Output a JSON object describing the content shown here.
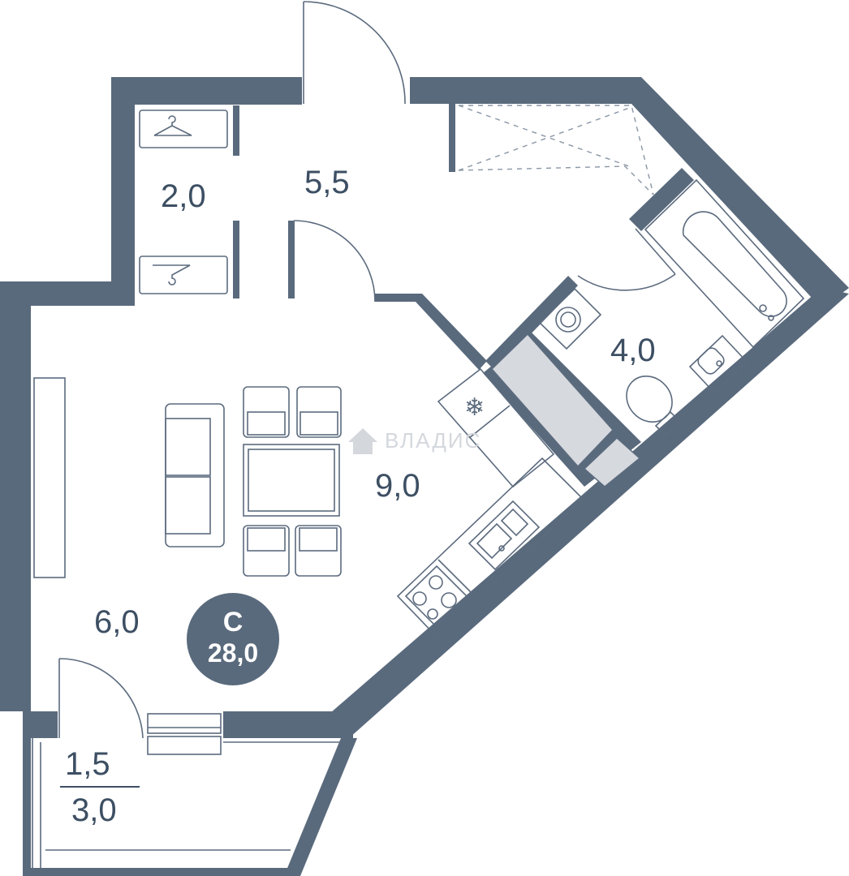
{
  "apartment": {
    "type_label": "С",
    "total_area": "28,0",
    "badge_color": "#5a6a7d"
  },
  "rooms": {
    "wardrobe": "2,0",
    "hall": "5,5",
    "bathroom": "4,0",
    "kitchen": "9,0",
    "living": "6,0",
    "balcony_reduced": "1,5",
    "balcony_full": "3,0"
  },
  "watermark": "ВЛАДИС",
  "colors": {
    "wall": "#5a6a7d",
    "line": "#5c6b7e",
    "shaft": "#d6d9de",
    "label": "#3d4f63"
  },
  "icons": [
    "hanger-icon",
    "hanger-icon",
    "snowflake-icon",
    "bathtub-icon",
    "toilet-icon",
    "sink-icon",
    "washing-machine-icon",
    "stove-icon",
    "kitchen-sink-icon",
    "sofa-icon",
    "armchair-icon",
    "table-icon",
    "home-icon"
  ]
}
